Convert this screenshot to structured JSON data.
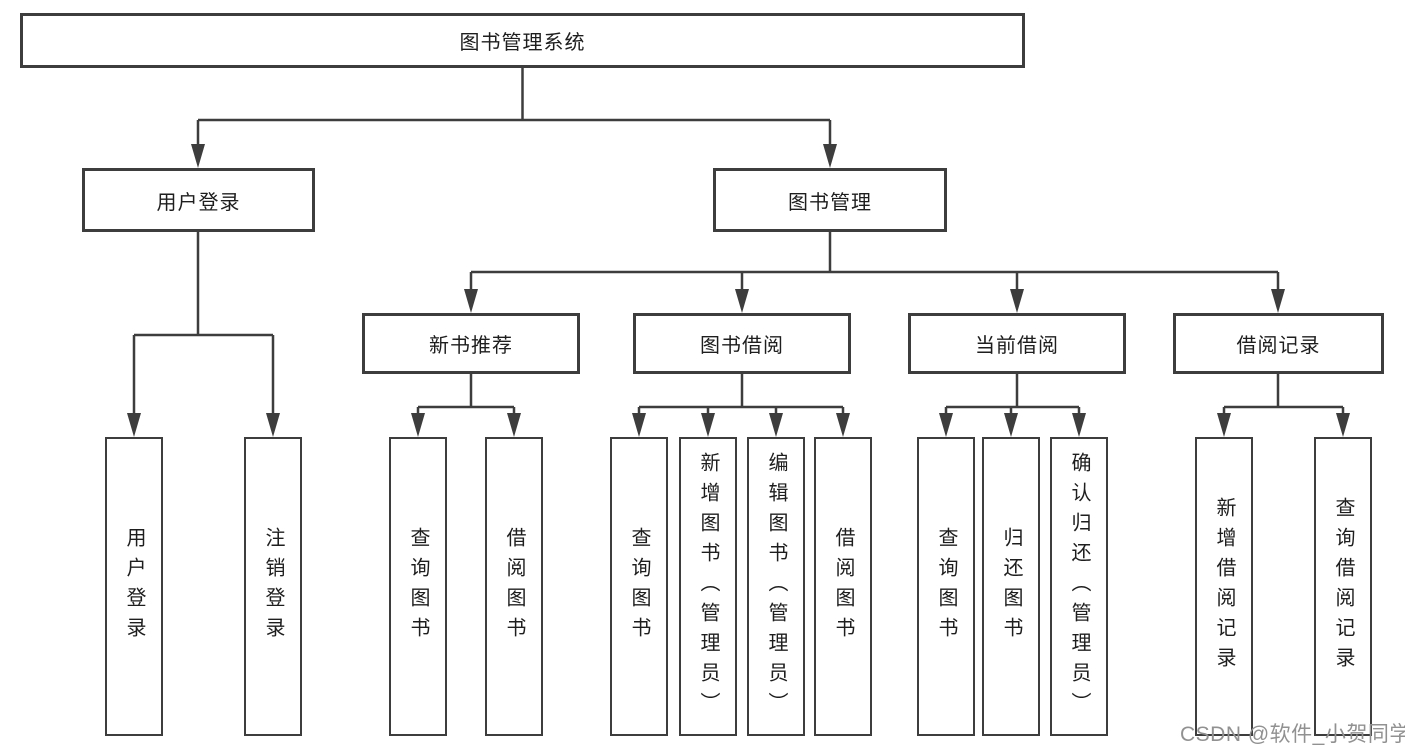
{
  "nodes": {
    "root": "图书管理系统",
    "user_login": "用户登录",
    "book_mgmt": "图书管理",
    "new_books": "新书推荐",
    "book_borrow": "图书借阅",
    "current_borrow": "当前借阅",
    "borrow_records": "借阅记录",
    "leaf_user_login": "用户登录",
    "leaf_logout": "注销登录",
    "leaf_nb_query": "查询图书",
    "leaf_nb_borrow": "借阅图书",
    "leaf_bb_query": "查询图书",
    "leaf_bb_add": "新增图书（管理员）",
    "leaf_bb_edit": "编辑图书（管理员）",
    "leaf_bb_borrow": "借阅图书",
    "leaf_cb_query": "查询图书",
    "leaf_cb_return": "归还图书",
    "leaf_cb_confirm": "确认归还（管理员）",
    "leaf_br_add": "新增借阅记录",
    "leaf_br_query": "查询借阅记录"
  },
  "tree": {
    "图书管理系统": {
      "用户登录": [
        "用户登录",
        "注销登录"
      ],
      "图书管理": {
        "新书推荐": [
          "查询图书",
          "借阅图书"
        ],
        "图书借阅": [
          "查询图书",
          "新增图书（管理员）",
          "编辑图书（管理员）",
          "借阅图书"
        ],
        "当前借阅": [
          "查询图书",
          "归还图书",
          "确认归还（管理员）"
        ],
        "借阅记录": [
          "新增借阅记录",
          "查询借阅记录"
        ]
      }
    }
  },
  "watermark": "CSDN @软件_小贺同学",
  "colors": {
    "line": "#3d3d3d",
    "text": "#1e1e1e",
    "watermark_text": "#919191",
    "background": "#ffffff"
  }
}
